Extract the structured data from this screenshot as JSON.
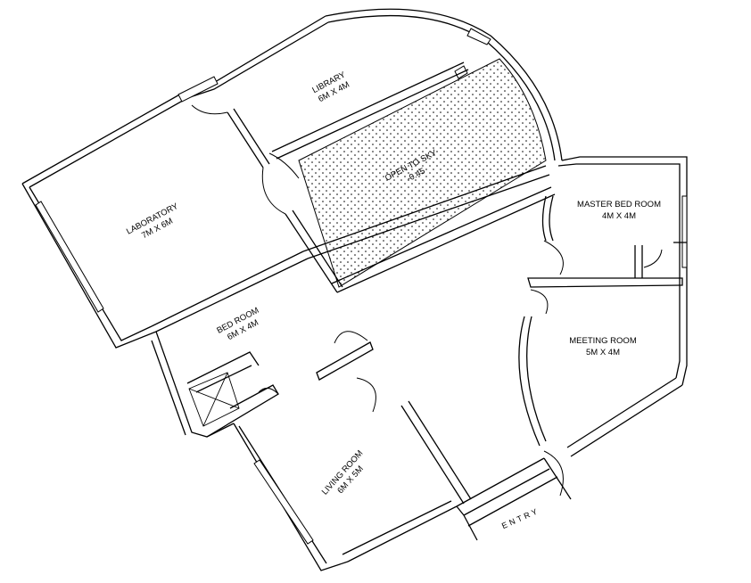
{
  "rooms": {
    "library": {
      "name": "LIBRARY",
      "size": "6M X 4M"
    },
    "laboratory": {
      "name": "LABORATORY",
      "size": "7M X 6M"
    },
    "open_to_sky": {
      "name": "OPEN TO SKY",
      "level": "-0.45"
    },
    "master_bed_room": {
      "name": "MASTER BED ROOM",
      "size": "4M X 4M"
    },
    "meeting_room": {
      "name": "MEETING ROOM",
      "size": "5M X 4M"
    },
    "bed_room": {
      "name": "BED ROOM",
      "size": "6M X 4M"
    },
    "living_room": {
      "name": "LIVING ROOM",
      "size": "6M X 5M"
    }
  },
  "entry": {
    "label": "ENTRY"
  },
  "colors": {
    "line": "#000000",
    "background": "#ffffff"
  }
}
